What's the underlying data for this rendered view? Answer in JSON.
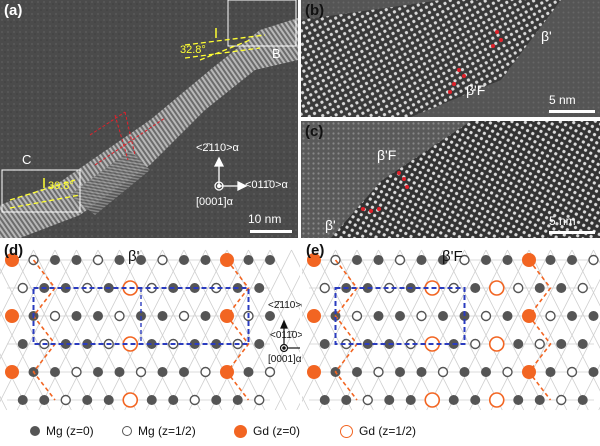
{
  "panels": {
    "a": {
      "label": "(a)",
      "region_label_c": "C",
      "region_label_b": "B",
      "angle_left": "30.8°",
      "angle_right": "32.8°",
      "dir_up": "<2̄110>α",
      "dir_right": "<011̄0>α",
      "dir_zone": "[0001]α",
      "scale": "10 nm"
    },
    "b": {
      "label": "(b)",
      "phase_main": "β'",
      "phase_f": "β'F",
      "scale": "5 nm"
    },
    "c": {
      "label": "(c)",
      "phase_main": "β'",
      "phase_f": "β'F",
      "scale": "5 nm"
    },
    "d": {
      "label": "(d)",
      "title": "β'",
      "dir_up": "<2̄110>α",
      "dir_right": "<011̄0>α",
      "dir_zone": "[0001]α"
    },
    "e": {
      "label": "(e)",
      "title": "β'F"
    }
  },
  "legend": {
    "items": [
      {
        "label": "Mg (z=0)"
      },
      {
        "label": "Mg (z=1/2)"
      },
      {
        "label": "Gd (z=0)"
      },
      {
        "label": "Gd (z=1/2)"
      }
    ]
  },
  "colors": {
    "mg": "#555555",
    "gd": "#f26522",
    "cell": "#2a3bbf",
    "annotation": "#ffff33",
    "marker": "#e0202a"
  }
}
